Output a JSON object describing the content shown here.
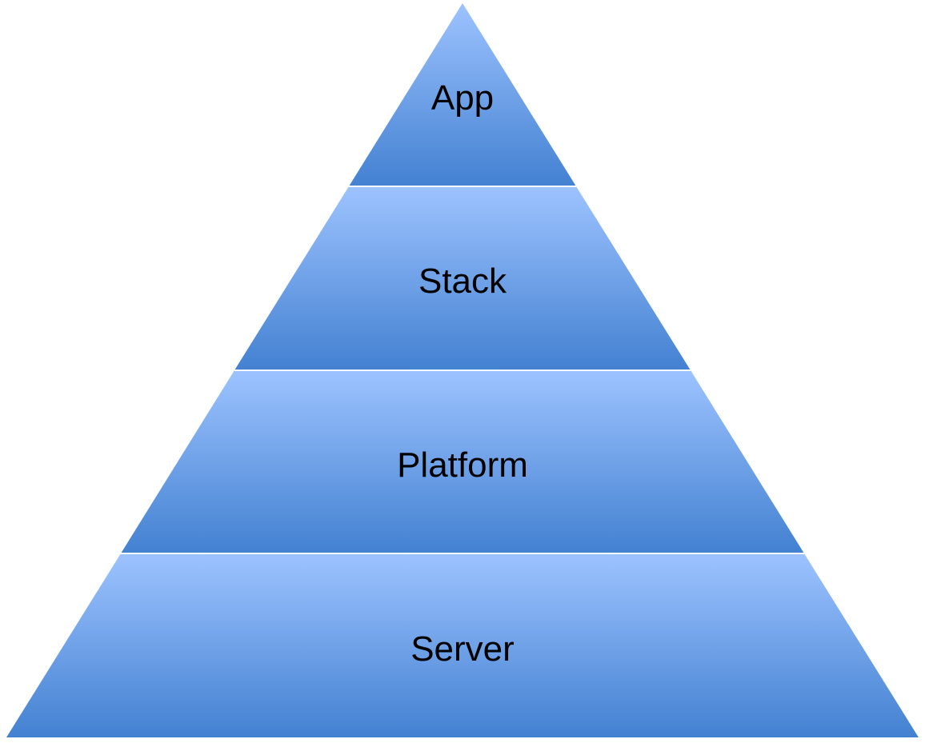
{
  "diagram": {
    "type": "pyramid",
    "tiers": [
      {
        "label": "App"
      },
      {
        "label": "Stack"
      },
      {
        "label": "Platform"
      },
      {
        "label": "Server"
      }
    ]
  },
  "colors": {
    "tier_fill_top": "#9dc3ff",
    "tier_fill_bottom": "#4381d1",
    "divider": "#ffffff",
    "text": "#000000"
  }
}
